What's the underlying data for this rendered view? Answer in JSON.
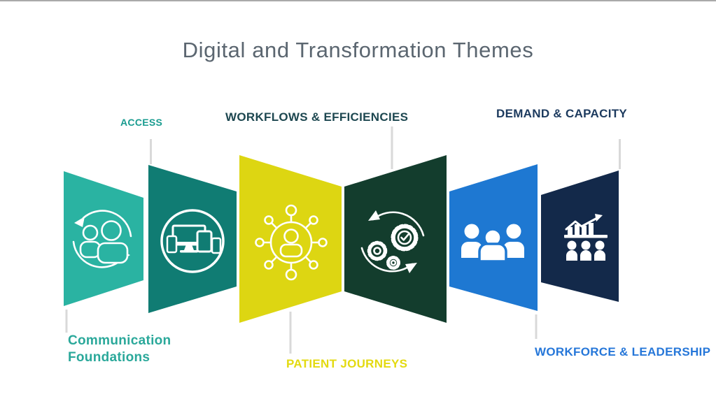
{
  "slide": {
    "title": "Digital and Transformation Themes",
    "title_color": "#5b6670",
    "background_color": "#ffffff",
    "top_edge_color": "#a9a9a9",
    "connector_color": "#d9d9d9"
  },
  "panels": [
    {
      "name": "communication-foundations",
      "label": "Communication Foundations",
      "label_position": "bottom-left",
      "label_color": "#2aa89a",
      "color": "#2ab3a2",
      "icon": "people-sync-icon"
    },
    {
      "name": "access",
      "label": "ACCESS",
      "label_position": "top",
      "label_color": "#1a9c90",
      "color": "#107c73",
      "icon": "devices-icon"
    },
    {
      "name": "patient-journeys",
      "label": "PATIENT JOURNEYS",
      "label_position": "bottom",
      "label_color": "#e3da10",
      "color": "#ddd612",
      "icon": "patient-network-icon"
    },
    {
      "name": "workflows-efficiencies",
      "label": "WORKFLOWS & EFFICIENCIES",
      "label_position": "top",
      "label_color": "#1d4750",
      "color": "#133d2d",
      "icon": "process-gears-icon"
    },
    {
      "name": "demand-capacity",
      "label": "DEMAND & CAPACITY",
      "label_position": "top",
      "label_color": "#1c3a5e",
      "color": "#1e78d2",
      "icon": "people-group-icon"
    },
    {
      "name": "workforce-leadership",
      "label": "WORKFORCE & LEADERSHIP",
      "label_position": "bottom",
      "label_color": "#2677d9",
      "color": "#13294a",
      "icon": "growth-team-icon"
    }
  ]
}
